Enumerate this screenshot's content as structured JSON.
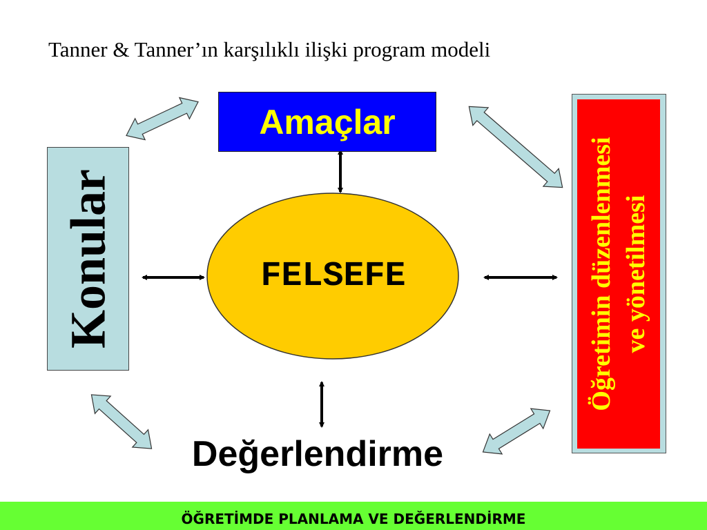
{
  "title": "Tanner & Tanner’ın karşılıklı ilişki program modeli",
  "nodes": {
    "amaclar": "Amaçlar",
    "konular": "Konular",
    "ogretim_line1": "Öğretimin düzenlenmesi",
    "ogretim_line2": "ve yönetilmesi",
    "felsefe": "FELSEFE",
    "degerlendirme": "Değerlendirme"
  },
  "footer": "ÖĞRETİMDE PLANLAMA VE DEĞERLENDİRME",
  "colors": {
    "amaclar_bg": "#0000ff",
    "accent_text": "#ffff00",
    "konular_bg": "#b8dde0",
    "ogretim_bg": "#ff0000",
    "felsefe_fill": "#ffcc00",
    "footer_bg": "#66ff33"
  }
}
